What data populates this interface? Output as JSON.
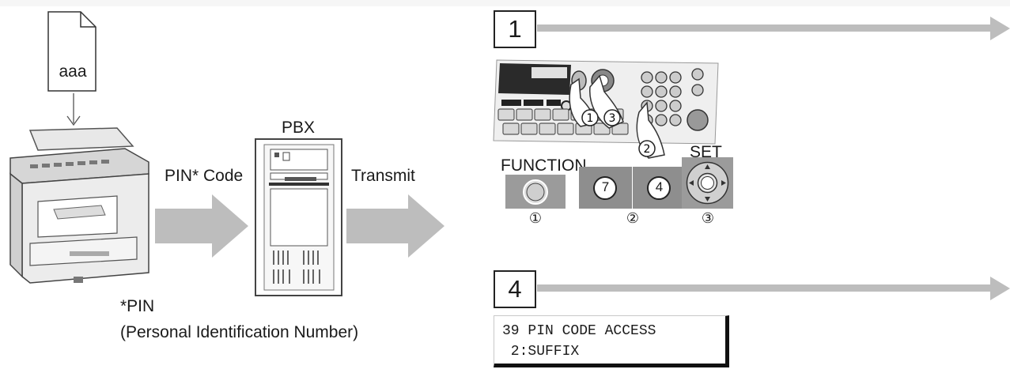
{
  "document": {
    "text": "aaa"
  },
  "labels": {
    "pin_code": "PIN* Code",
    "pbx": "PBX",
    "transmit": "Transmit",
    "pin_footnote_line1": "*PIN",
    "pin_footnote_line2": "(Personal Identification Number)"
  },
  "steps": [
    {
      "number": "1"
    },
    {
      "number": "4"
    }
  ],
  "keys": {
    "function_label": "FUNCTION",
    "set_label": "SET",
    "num_keys": [
      "7",
      "4"
    ],
    "order_marks": [
      "①",
      "②",
      "③"
    ]
  },
  "lcd": {
    "line1": "39 PIN CODE ACCESS",
    "line2": " 2:SUFFIX"
  },
  "colors": {
    "arrow_gray": "#bdbdbd",
    "key_gray": "#9b9b9b"
  }
}
